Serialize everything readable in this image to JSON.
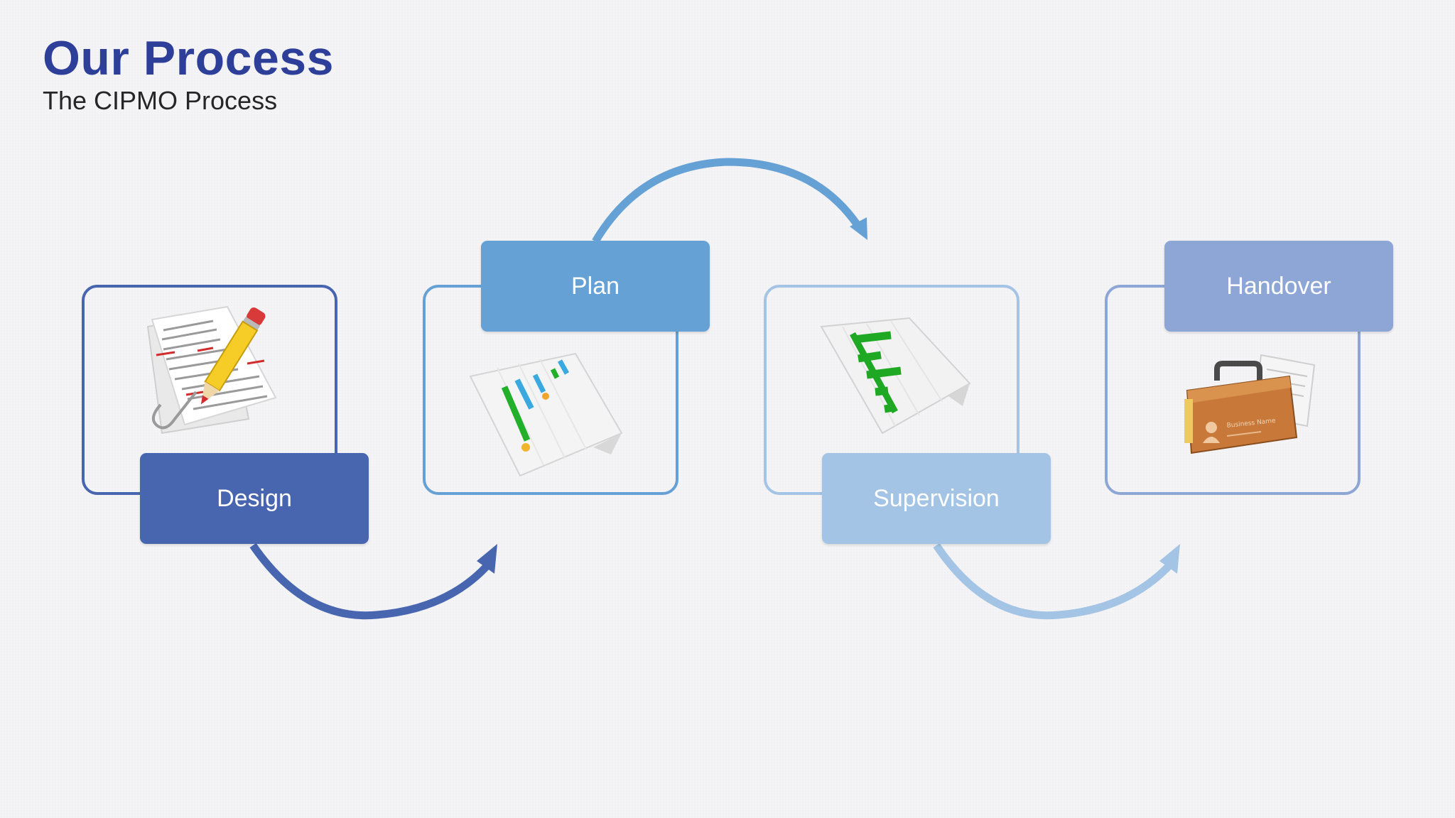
{
  "title": "Our Process",
  "subtitle": "The CIPMO Process",
  "steps": [
    {
      "label": "Design",
      "icon": "document-pencil-icon",
      "color": "#4866b0"
    },
    {
      "label": "Plan",
      "icon": "gantt-chart-document-icon",
      "color": "#66a1d6"
    },
    {
      "label": "Supervision",
      "icon": "bar-chart-document-icon",
      "color": "#a3c4e4"
    },
    {
      "label": "Handover",
      "icon": "briefcase-icon",
      "color": "#8da6d6"
    }
  ],
  "illustration_texts": {
    "contact_card": "Business Name"
  }
}
